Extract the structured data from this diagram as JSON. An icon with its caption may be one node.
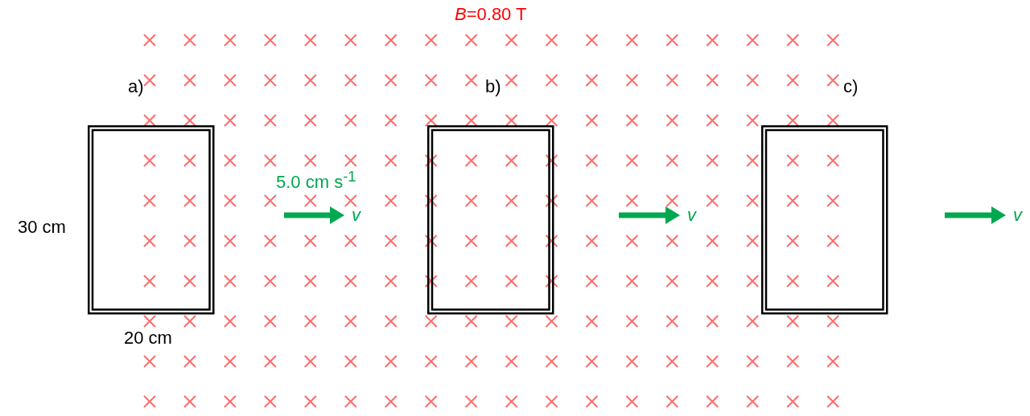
{
  "diagram": {
    "nodes": [
      {
        "text": [
          "a)"
        ]
      },
      {
        "text": [
          "b)"
        ]
      },
      {
        "text": [
          "c)"
        ]
      }
    ],
    "labels": [
      "*B*=0.80 T",
      "5.0 cm s$^{-1}$",
      "v",
      "v",
      "v",
      "30 cm",
      "20 cm"
    ]
  }
}
